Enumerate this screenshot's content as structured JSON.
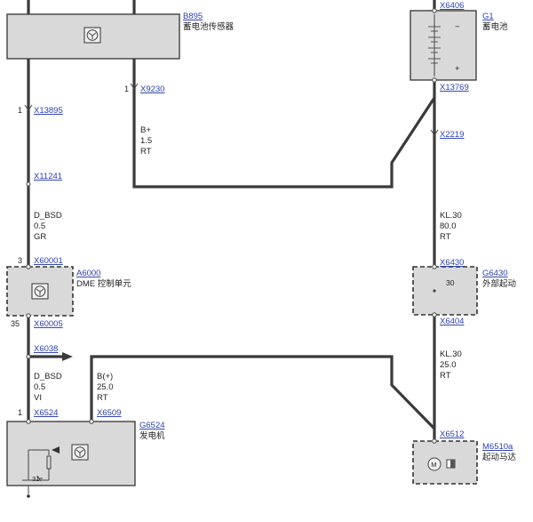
{
  "components": {
    "b895": {
      "id": "B895",
      "name": "蓄电池传感器"
    },
    "g1": {
      "id": "G1",
      "name": "蓄电池",
      "minus": "−",
      "plus": "+"
    },
    "a6000": {
      "id": "A6000",
      "name": "DME 控制单元"
    },
    "g6430": {
      "id": "G6430",
      "name": "外部起动",
      "inner": "30"
    },
    "g6524": {
      "id": "G6524",
      "name": "发电机",
      "ground_pin": "31"
    },
    "m6510a": {
      "id": "M6510a",
      "name": "起动马达"
    }
  },
  "connectors": {
    "x6406": "X6406",
    "x13769": "X13769",
    "x9230": "X9230",
    "x13895": "X13895",
    "x2219": "X2219",
    "x11241": "X11241",
    "x60001": "X60001",
    "x6430": "X6430",
    "x60005": "X60005",
    "x6404": "X6404",
    "x6038": "X6038",
    "x6524": "X6524",
    "x6509": "X6509",
    "x6512": "X6512"
  },
  "pins": {
    "x9230": "1",
    "x13895": "1",
    "x60001": "3",
    "x60005": "35",
    "x6524": "1"
  },
  "wires": {
    "bplus": {
      "signal": "B+",
      "size": "1.5",
      "color": "RT"
    },
    "dbsd_gr": {
      "signal": "D_BSD",
      "size": "0.5",
      "color": "GR"
    },
    "kl30_80": {
      "signal": "KL.30",
      "size": "80.0",
      "color": "RT"
    },
    "dbsd_vi": {
      "signal": "D_BSD",
      "size": "0.5",
      "color": "VI"
    },
    "b_plus_25": {
      "signal": "B(+)",
      "size": "25.0",
      "color": "RT"
    },
    "kl30_25": {
      "signal": "KL.30",
      "size": "25.0",
      "color": "RT"
    }
  }
}
